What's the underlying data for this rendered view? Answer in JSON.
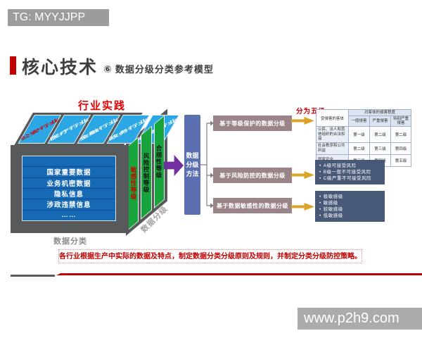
{
  "top_watermark": "TG: MYYJJPP",
  "header": {
    "title": "核心技术",
    "section_number": "⑥",
    "section_title": "数据分级分类参考模型"
  },
  "cube": {
    "top_label": "行业实践",
    "industries": [
      "公安行业",
      "医疗行业",
      "金融行业",
      "政务行业",
      "电商行业"
    ],
    "front_rows": [
      "国家重要数据",
      "业务机密数据",
      "隐私信息",
      "涉政违禁信息",
      "……"
    ],
    "side_levels": [
      "敏感性等级",
      "风险控制等级",
      "合规性等级"
    ],
    "side_caption": "数据分级",
    "bottom_caption": "数据分类"
  },
  "method_box_label": "数据分级方法",
  "methods": [
    "基于等级保护的数据分级",
    "基于风险防控的数据分级",
    "基于数据敏感性的数据分级"
  ],
  "five_levels_label": "分为五级",
  "impact_table": {
    "corner_header": "受侵害的客体",
    "span_header": "对客体的侵害程度",
    "col_headers": [
      "一般侵害",
      "严重侵害",
      "特别严重侵害"
    ],
    "rows": [
      {
        "object": "公民、法人和其他组织的合法权益",
        "levels": [
          "第一级",
          "第二级",
          "第二级"
        ]
      },
      {
        "object": "社会秩序和公共利益",
        "levels": [
          "第二级",
          "第三级",
          "第四级"
        ]
      },
      {
        "object": "国家安全",
        "levels": [
          "第三级",
          "第四级",
          "第五级"
        ]
      }
    ]
  },
  "risk_levels": [
    "A级可接受风险",
    "B级一般不可接受风险",
    "C级严重不可接受风险"
  ],
  "sensitivity_levels": [
    "极敏感级",
    "敏感级",
    "较敏感级",
    "低敏感级"
  ],
  "footer_note": "各行业根据生产中实际的数据及特点，制定数据分类分级原则及规则，并制定分类分级防控策略。",
  "bottom_watermark": "www.p2h9.com",
  "colors": {
    "accent_red": "#c00000",
    "bright_red": "#e60000",
    "industry_blue": "#2aa7e4",
    "panel_blue": "#1569b5",
    "level_green": "#18a43c",
    "frame_gray": "#58595b",
    "flow_purple": "#7030a0",
    "method_blue": "#5a6eb0",
    "method_mauve": "#9b8487",
    "arrow_yellow": "#d9a428",
    "slate_blue": "#475977",
    "table_header_bg": "#dce4f1",
    "watermark_gray": "#ababab",
    "topbar_gray": "#9c9c9c"
  }
}
